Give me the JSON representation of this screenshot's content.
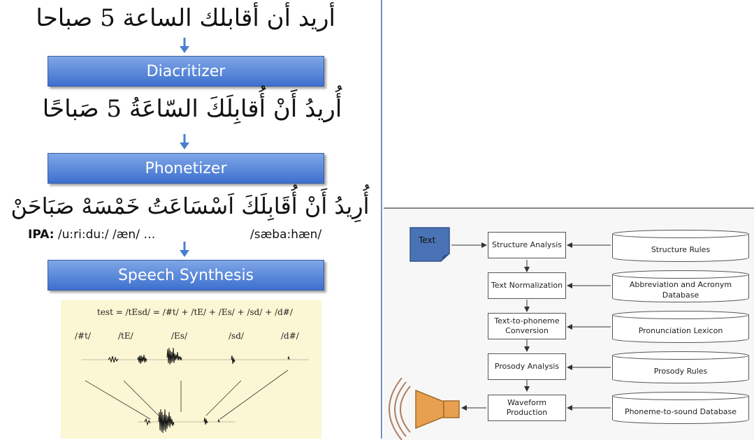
{
  "left": {
    "arabic_plain": "أريد أن أقابلك الساعة 5 صباحا",
    "diacritizer_label": "Diacritizer",
    "arabic_diacritized": "أُريدُ أَنْ أُقابِلَكَ السّاعَةُ 5 صَباحًا",
    "phonetizer_label": "Phonetizer",
    "arabic_phonetized": "أُرِيدُ أَنْ أُقَابِلَكَ اَسْسَاعَتُ خَمْسَهْ صَبَاحَنْ",
    "ipa_prefix": "IPA:",
    "ipa_first": "/u:ri:du:/  /æn/ …",
    "ipa_last": "/sæba:hæn/",
    "synthesis_label": "Speech Synthesis",
    "waveform": {
      "equation": "test = /tEsd/ = /#t/ + /tE/ + /Es/ + /sd/ + /d#/",
      "segments": [
        "/#t/",
        "/tE/",
        "/Es/",
        "/sd/",
        "/d#/"
      ],
      "background": "#fbf6d3"
    }
  },
  "right": {
    "text_node": "Text",
    "stages": [
      {
        "label": "Structure Analysis",
        "db": "Structure Rules"
      },
      {
        "label": "Text Normalization",
        "db": "Abbreviation and Acronym Database"
      },
      {
        "label": "Text-to-phoneme Conversion",
        "db": "Pronunciation Lexicon"
      },
      {
        "label": "Prosody Analysis",
        "db": "Prosody Rules"
      },
      {
        "label": "Waveform Production",
        "db": "Phoneme-to-sound Database"
      }
    ],
    "speaker_icon": "speaker-icon",
    "colors": {
      "text_node": "#4a73b5",
      "speaker": "#e8a050"
    }
  },
  "colors": {
    "bar_top": "#7fa7e6",
    "bar_bottom": "#3d70cf",
    "arrow": "#4a7fd0",
    "border": "#6f93c8"
  }
}
